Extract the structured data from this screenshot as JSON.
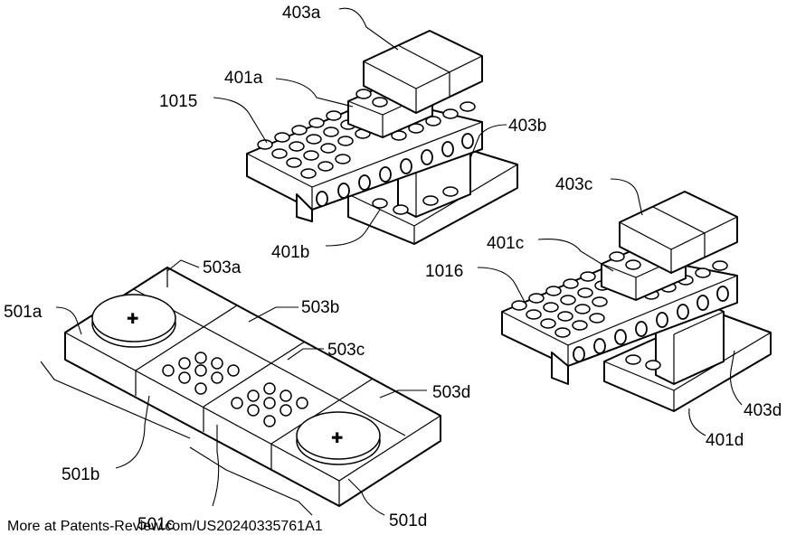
{
  "labels": {
    "l403a": "403a",
    "l401a": "401a",
    "l1015": "1015",
    "l403b": "403b",
    "l401b": "401b",
    "l403c": "403c",
    "l401c": "401c",
    "l1016": "1016",
    "l403d": "403d",
    "l401d": "401d",
    "l503a": "503a",
    "l503b": "503b",
    "l503c": "503c",
    "l503d": "503d",
    "l501a": "501a",
    "l501b": "501b",
    "l501c": "501c",
    "l501d": "501d"
  },
  "footer": "More at Patents-Review.com/US20240335761A1"
}
